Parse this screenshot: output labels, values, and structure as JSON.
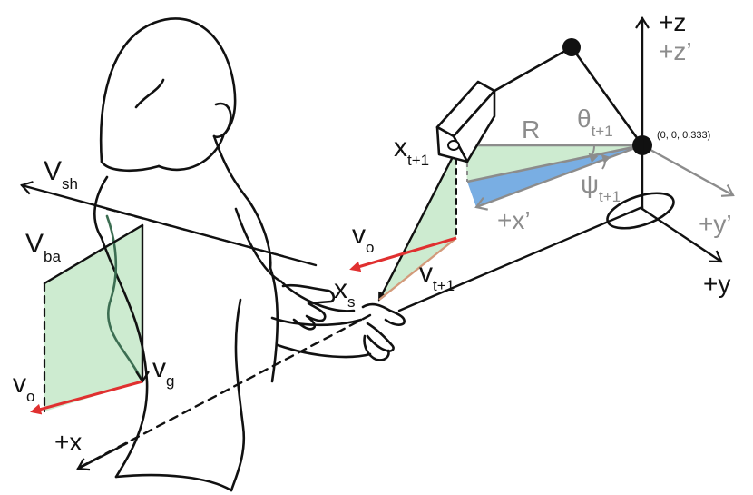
{
  "colors": {
    "ink": "#111111",
    "gray": "#8c8c8c",
    "green_fill": "#cdebd0",
    "blue_fill": "#79aee3",
    "red_arrow": "#e03030",
    "orange_tint": "#d39a7a"
  },
  "labels": {
    "V_sh": {
      "main": "V",
      "sub": "sh"
    },
    "V_ba": {
      "main": "V",
      "sub": "ba"
    },
    "V_o_left": {
      "main": "v",
      "sub": "o"
    },
    "V_g": {
      "main": "v",
      "sub": "g"
    },
    "plus_x_bottom": "+x",
    "V_o_mid": {
      "main": "v",
      "sub": "o"
    },
    "V_t1": {
      "main": "v",
      "sub": "t+1"
    },
    "X_s": {
      "main": "x",
      "sub": "s"
    },
    "X_t1": {
      "main": "x",
      "sub": "t+1"
    },
    "R": "R",
    "theta": {
      "main": "θ",
      "sub": "t+1"
    },
    "psi": {
      "main": "ψ",
      "sub": "t+1"
    },
    "plus_x_prime": "+x’",
    "plus_y_prime": "+y’",
    "plus_z": "+z",
    "plus_z_prime": "+z’",
    "plus_y": "+y",
    "origin_coord": "(0, 0, 0.333)"
  },
  "icons": [
    "person-sketch",
    "camera-icon",
    "robot-arm-joint",
    "pointing-hand-icon"
  ]
}
